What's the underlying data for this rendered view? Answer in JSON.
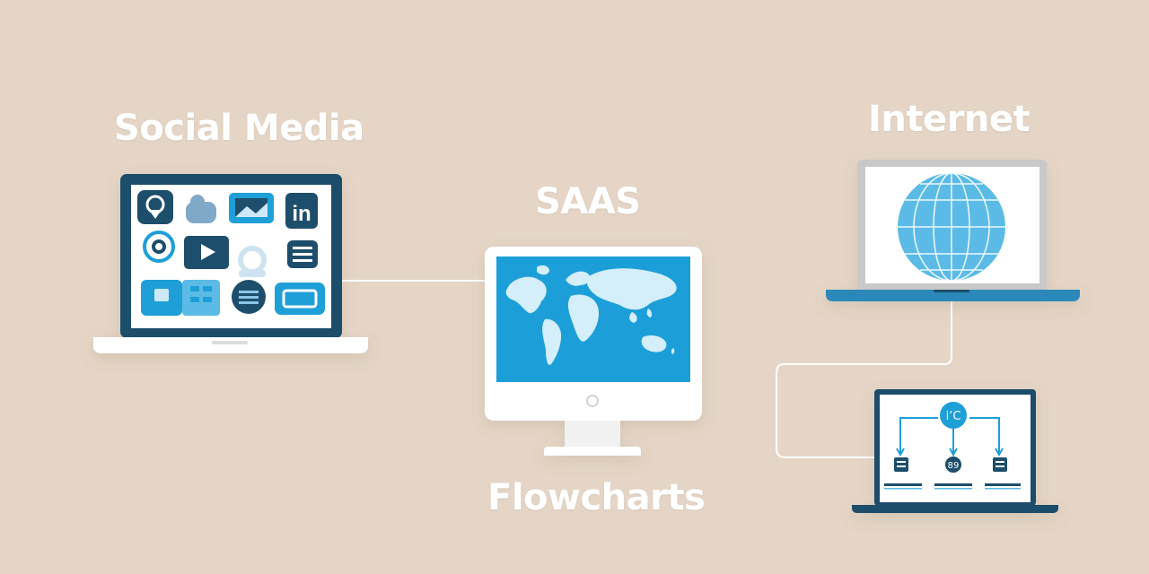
{
  "labels": {
    "social_media": "Social Media",
    "saas": "SAAS",
    "internet": "Internet",
    "flowcharts": "Flowcharts"
  },
  "devices": [
    {
      "id": "laptop-social",
      "screen": "social-media-app-icons"
    },
    {
      "id": "monitor-saas",
      "screen": "world-map"
    },
    {
      "id": "laptop-internet",
      "screen": "globe"
    },
    {
      "id": "laptop-flowchart",
      "screen": "flowchart-diagram"
    }
  ],
  "social_icons": [
    "location-pin-icon",
    "cloud-icon",
    "image-icon",
    "linkedin-icon",
    "at-sign-icon",
    "play-icon",
    "user-icon",
    "menu-icon",
    "chat-icon",
    "grid-icon",
    "globe-badge-icon",
    "mail-icon"
  ],
  "flowchart": {
    "root_text": "і’C",
    "mid_text": "89"
  },
  "colors": {
    "background": "#e4d5c6",
    "navy": "#1d4e6b",
    "sky": "#1e9fd8",
    "light_blue": "#5bbbe6",
    "white": "#ffffff"
  }
}
